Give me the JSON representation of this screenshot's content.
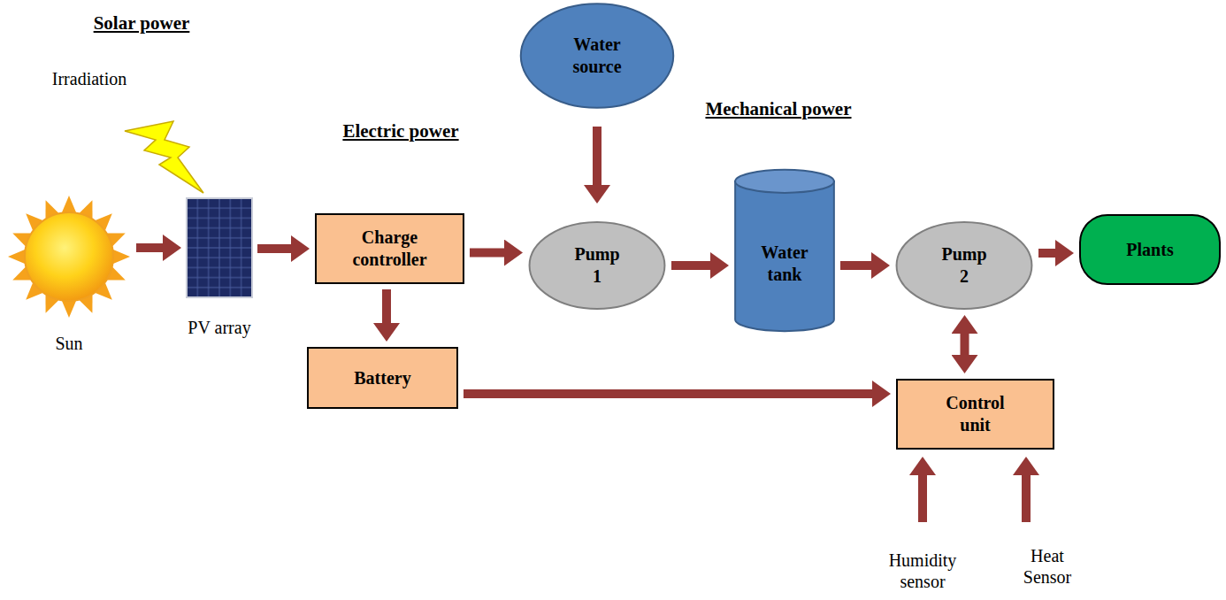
{
  "diagram": {
    "nodes": [
      {
        "text": [
          "Water source"
        ]
      },
      {
        "text": [
          "Sun"
        ]
      },
      {
        "text": [
          "PV array"
        ]
      },
      {
        "text": [
          "Charge controller"
        ]
      },
      {
        "text": [
          "Pump 1"
        ]
      },
      {
        "text": [
          "Water tank"
        ]
      },
      {
        "text": [
          "Pump 2"
        ]
      },
      {
        "text": [
          "Plants"
        ]
      },
      {
        "text": [
          "Battery"
        ]
      },
      {
        "text": [
          "Control unit"
        ]
      }
    ],
    "edges": [
      {
        "from": 1,
        "to": 2,
        "arrow": "to"
      },
      {
        "from": 2,
        "to": 3,
        "arrow": "to"
      },
      {
        "from": 3,
        "to": 4,
        "arrow": "to"
      },
      {
        "from": 0,
        "to": 4,
        "arrow": "to"
      },
      {
        "from": 4,
        "to": 5,
        "arrow": "to"
      },
      {
        "from": 5,
        "to": 6,
        "arrow": "to"
      },
      {
        "from": 6,
        "to": 7,
        "arrow": "to"
      },
      {
        "from": 3,
        "to": 8,
        "arrow": "to"
      },
      {
        "from": 8,
        "to": 9,
        "arrow": "to"
      },
      {
        "from": 6,
        "to": 9,
        "arrow": "both"
      }
    ],
    "labels": [
      "Solar power",
      "Irradiation",
      "Electric power",
      "Mechanical power",
      "Humidity sensor",
      "Heat Sensor"
    ]
  }
}
